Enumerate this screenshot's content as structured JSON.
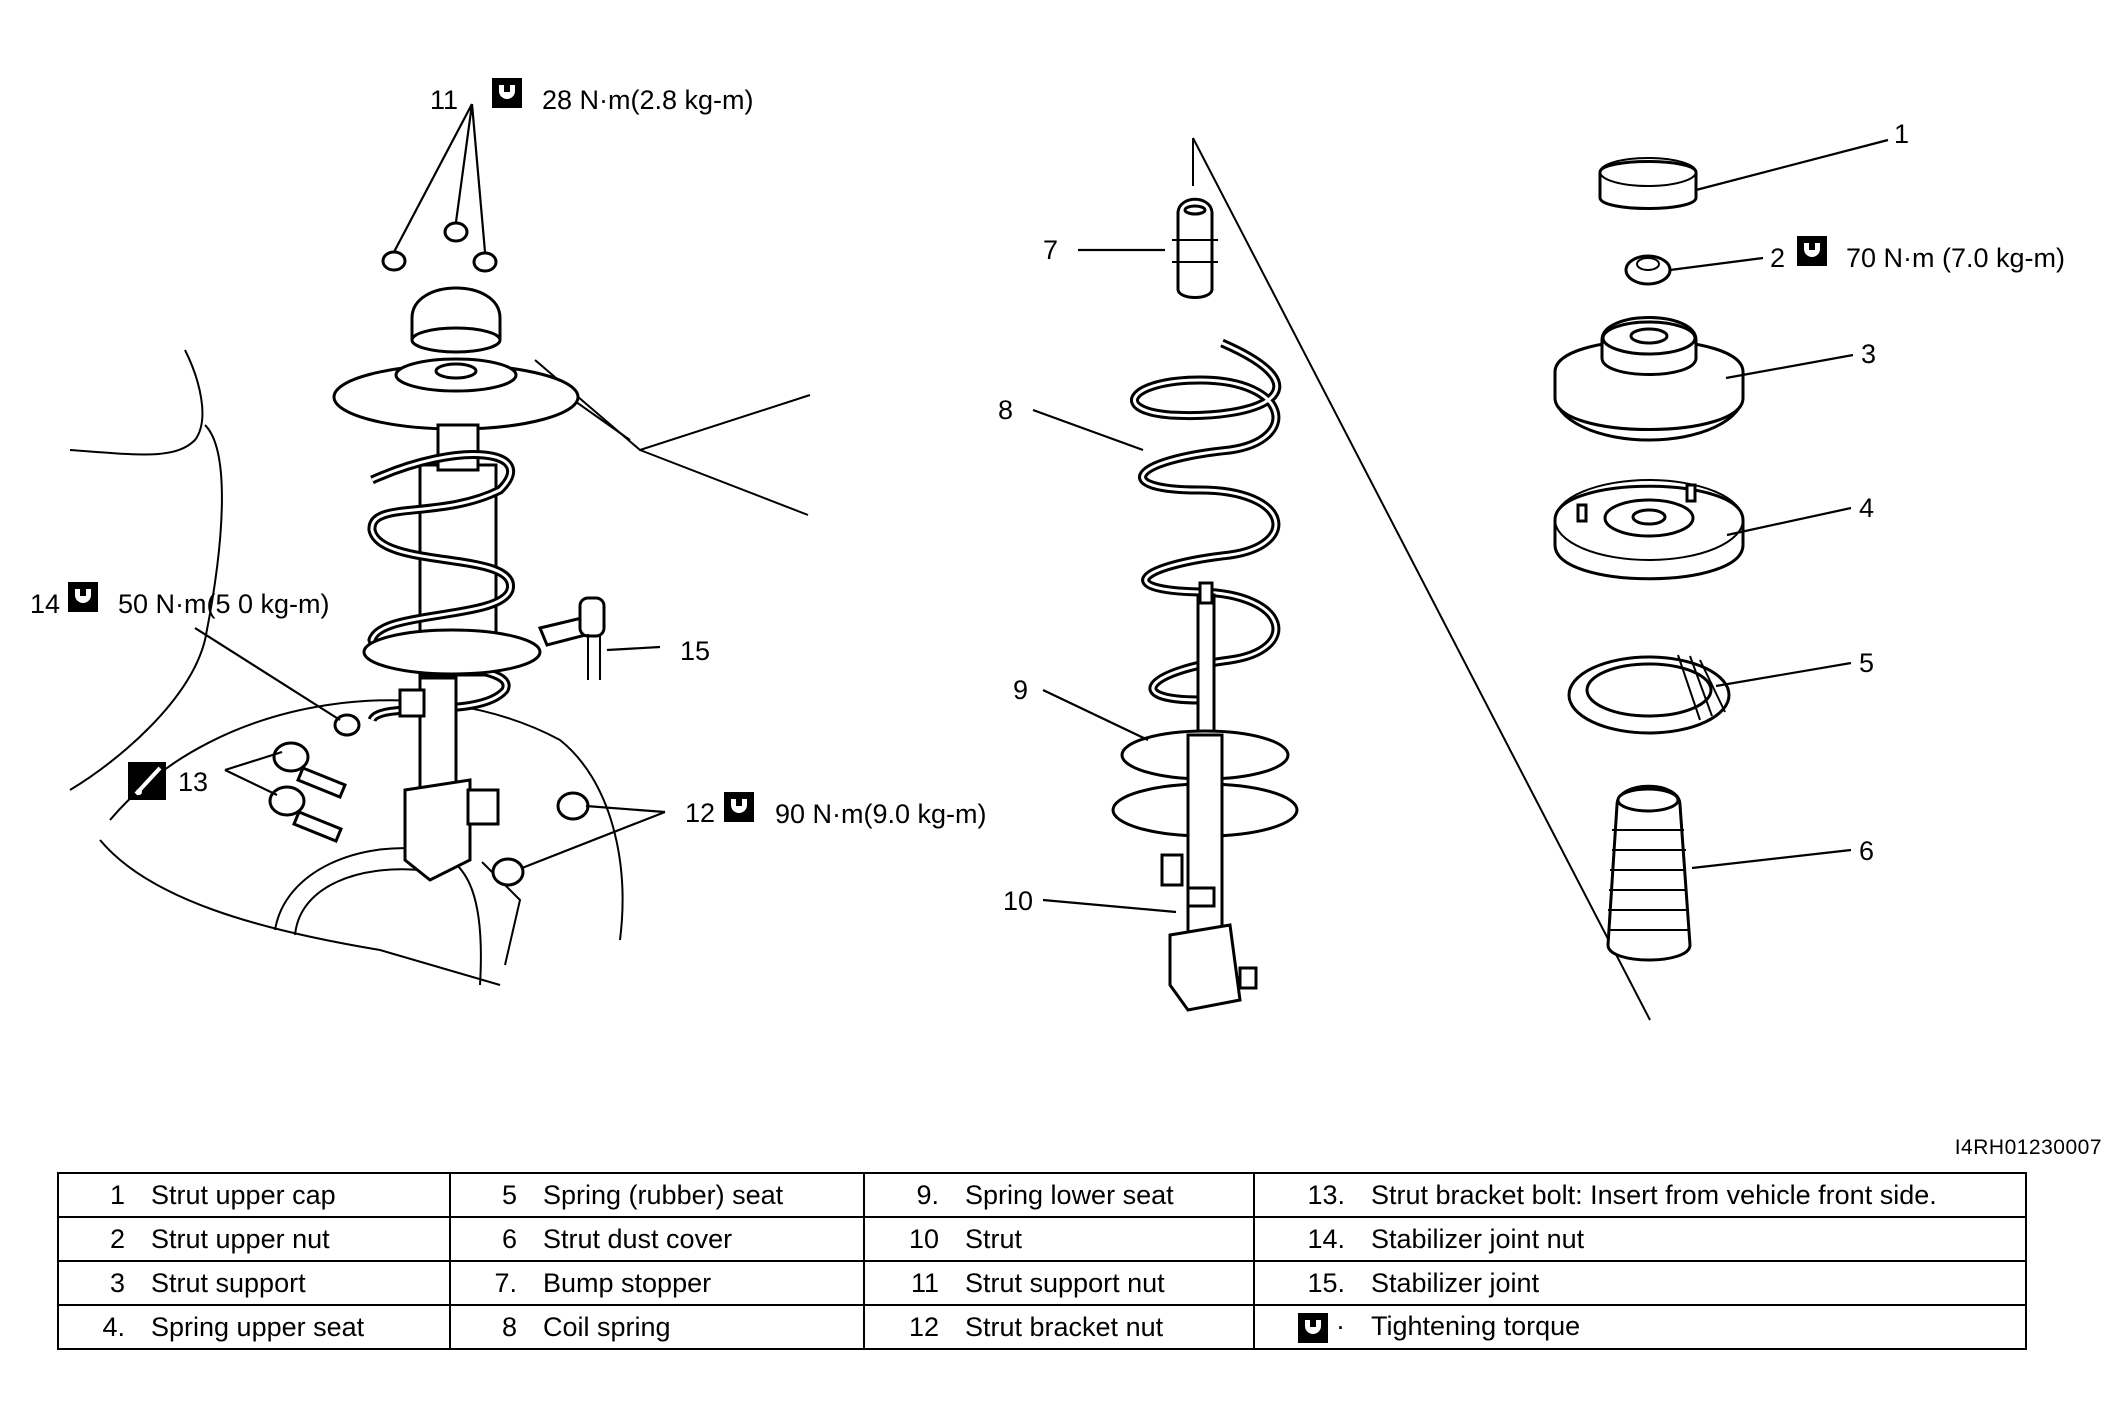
{
  "diagram": {
    "callouts": {
      "c1": "1",
      "c2": "2",
      "c3": "3",
      "c4": "4",
      "c5": "5",
      "c6": "6",
      "c7": "7",
      "c8": "8",
      "c9": "9",
      "c10": "10",
      "c11": "11",
      "c12": "12",
      "c13": "13",
      "c14": "14",
      "c15": "15"
    },
    "torques": {
      "t11": "28 N·m(2.8 kg-m)",
      "t2": "70 N·m (7.0 kg-m)",
      "t14": "50 N·m(5 0 kg-m)",
      "t12": "90 N·m(9.0 kg-m)"
    },
    "icons": [
      "torque-wrench-icon",
      "thread-insert-icon"
    ],
    "reference_code": "I4RH01230007"
  },
  "legend": {
    "rows": [
      {
        "c1": {
          "num": "1",
          "text": "Strut upper cap"
        },
        "c2": {
          "num": "5",
          "text": "Spring (rubber) seat"
        },
        "c3": {
          "num": "9.",
          "text": "Spring lower seat"
        },
        "c4": {
          "num": "13.",
          "text": "Strut bracket bolt: Insert from vehicle front side."
        }
      },
      {
        "c1": {
          "num": "2",
          "text": "Strut upper nut"
        },
        "c2": {
          "num": "6",
          "text": "Strut dust cover"
        },
        "c3": {
          "num": "10",
          "text": "Strut"
        },
        "c4": {
          "num": "14.",
          "text": "Stabilizer joint nut"
        }
      },
      {
        "c1": {
          "num": "3",
          "text": "Strut support"
        },
        "c2": {
          "num": "7.",
          "text": "Bump stopper"
        },
        "c3": {
          "num": "11",
          "text": "Strut support nut"
        },
        "c4": {
          "num": "15.",
          "text": "Stabilizer joint"
        }
      },
      {
        "c1": {
          "num": "4.",
          "text": "Spring upper seat"
        },
        "c2": {
          "num": "8",
          "text": "Coil spring"
        },
        "c3": {
          "num": "12",
          "text": "Strut bracket nut"
        },
        "c4": {
          "num": "·",
          "text": "Tightening torque"
        }
      }
    ]
  }
}
